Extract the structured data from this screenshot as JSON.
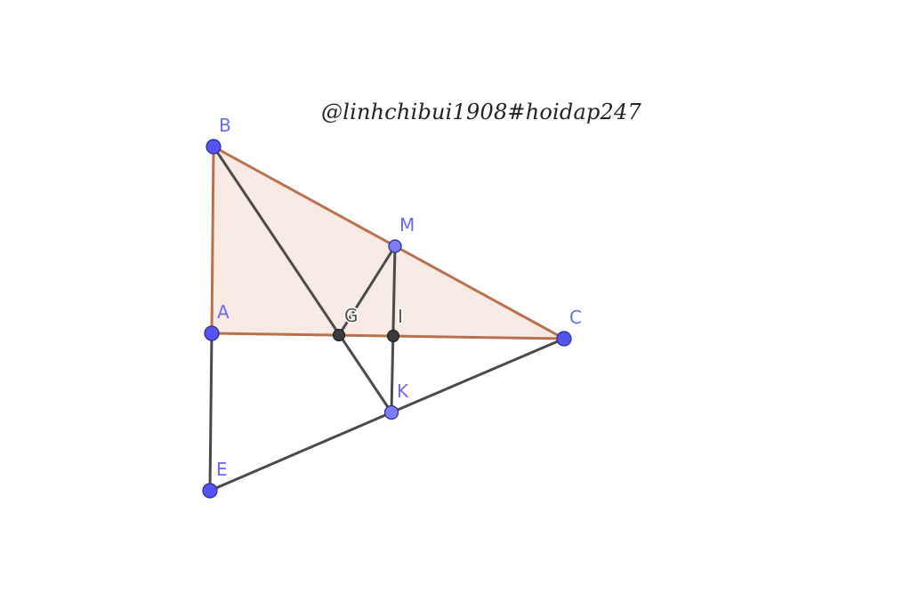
{
  "watermark": "@linhchibui1908#hoidap247",
  "points": [
    {
      "id": "B",
      "label": "B"
    },
    {
      "id": "M",
      "label": "M"
    },
    {
      "id": "A",
      "label": "A"
    },
    {
      "id": "G",
      "label": "G"
    },
    {
      "id": "I",
      "label": "I"
    },
    {
      "id": "C",
      "label": "C"
    },
    {
      "id": "K",
      "label": "K"
    },
    {
      "id": "E",
      "label": "E"
    }
  ],
  "colors": {
    "triangle_fill": "#f7e9e3",
    "triangle_edge": "#b9714d",
    "segment": "#4a4a4a",
    "free_point": "#5454f0",
    "derived_point": "#7d7df5",
    "intersection_point": "#3d3d3d",
    "label_blue": "#6b6bf0",
    "label_gray": "#555555"
  }
}
